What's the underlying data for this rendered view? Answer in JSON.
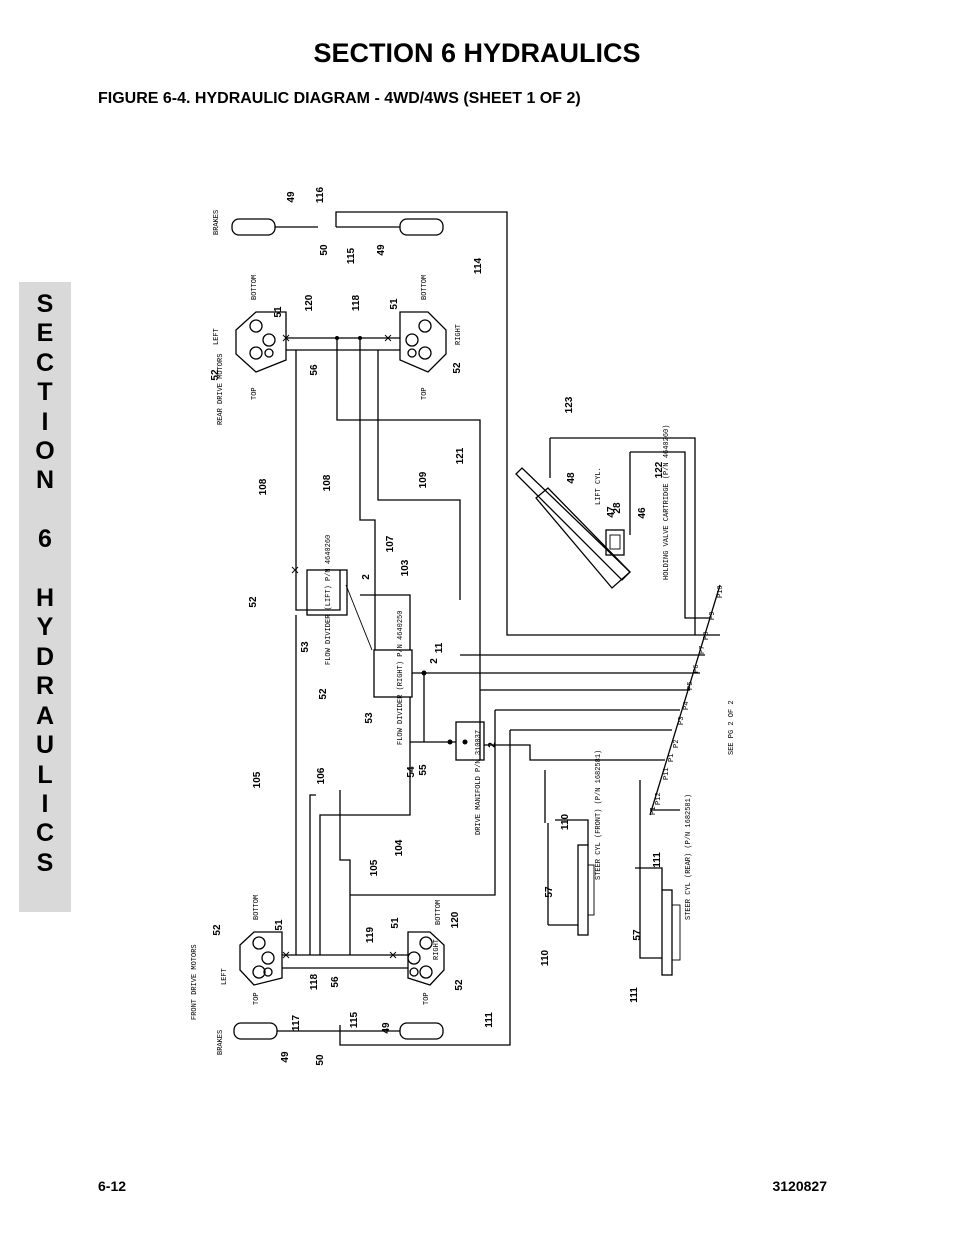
{
  "header": {
    "section_title": "SECTION 6  HYDRAULICS",
    "figure_title": "FIGURE 6-4.    HYDRAULIC DIAGRAM - 4WD/4WS  (SHEET 1 OF 2)"
  },
  "side_tab": {
    "text": "S\nE\nC\nT\nI\nO\nN\n \n6\n \nH\nY\nD\nR\nA\nU\nL\nI\nC\nS"
  },
  "footer": {
    "page_number": "6-12",
    "document_number": "3120827"
  },
  "diagram": {
    "labels": {
      "brakes_rear": "BRAKES",
      "brakes_front": "BRAKES",
      "rear_drive_motors": "REAR DRIVE MOTORS",
      "front_drive_motors": "FRONT DRIVE MOTORS",
      "left_rear": "LEFT",
      "right_rear": "RIGHT",
      "top_rl": "TOP",
      "top_rr": "TOP",
      "bottom_rl": "BOTTOM",
      "bottom_rr": "BOTTOM",
      "left_front": "LEFT",
      "right_front": "RIGHT",
      "top_fl": "TOP",
      "top_fr": "TOP",
      "bottom_fl": "BOTTOM",
      "bottom_fr": "BOTTOM",
      "lift_cyl": "LIFT CYL.",
      "holding_valve": "HOLDING VALVE CARTRIDGE (P/N 4640260)",
      "flow_divider_lift": "FLOW DIVIDER (LIFT) P/N 4640260",
      "flow_divider_right": "FLOW DIVIDER (RIGHT) P/N 4640250",
      "drive_manifold": "DRIVE MANIFOLD P/N 310037",
      "steer_cyl_front": "STEER CYL (FRONT) (P/N 1682581)",
      "steer_cyl_rear": "STEER CYL (REAR) (P/N 1682581)",
      "see_pg": "SEE PG 2 OF 2"
    },
    "port_labels": [
      "P10",
      "P9",
      "P8",
      "P7",
      "P6",
      "P5",
      "P4",
      "P3",
      "P2",
      "P1",
      "P11",
      "P12",
      "P1"
    ],
    "callouts": [
      "116",
      "49",
      "50",
      "115",
      "49",
      "114",
      "120",
      "118",
      "51",
      "51",
      "52",
      "56",
      "52",
      "123",
      "121",
      "48",
      "109",
      "122",
      "47",
      "28",
      "46",
      "108",
      "108",
      "107",
      "103",
      "52",
      "2",
      "53",
      "2",
      "11",
      "52",
      "53",
      "54",
      "55",
      "2",
      "105",
      "106",
      "104",
      "105",
      "110",
      "57",
      "110",
      "111",
      "57",
      "111",
      "52",
      "51",
      "51",
      "119",
      "120",
      "118",
      "56",
      "52",
      "117",
      "115",
      "49",
      "49",
      "50",
      "111"
    ]
  }
}
